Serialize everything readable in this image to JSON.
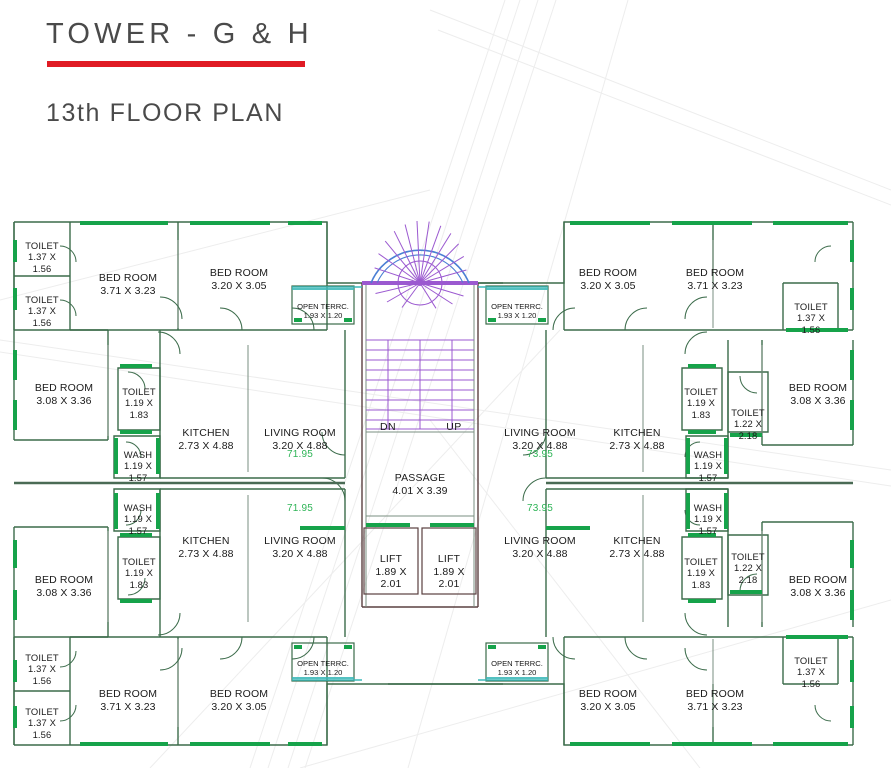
{
  "header": {
    "title": "TOWER - G & H",
    "subtitle": "13th FLOOR PLAN",
    "rule_color": "#e01b24",
    "title_color": "#4a4a4a"
  },
  "palette": {
    "wall_outline": "#3b6b4a",
    "wall_dark": "#5a4040",
    "window_green": "#16a34a",
    "window_teal": "#3bb8b8",
    "stair_purple": "#9b59d0",
    "spiral_blue": "#4a7fd4",
    "area_text": "#2fb457",
    "guide_line": "#ececec",
    "text": "#1a1a1a"
  },
  "plan": {
    "name": "13th Floor Plan",
    "core": {
      "stair_well": {
        "label_down": "DN",
        "label_up": "UP"
      },
      "passage": {
        "label": "PASSAGE",
        "dims": "4.01 X 3.39"
      },
      "lifts": [
        {
          "label": "LIFT",
          "dims": "1.89 X 2.01"
        },
        {
          "label": "LIFT",
          "dims": "1.89 X 2.01"
        }
      ],
      "spiral_stair": {
        "name": "spiral-staircase"
      }
    },
    "open_terraces": [
      {
        "label": "OPEN TERRC.",
        "dims": "1.93 X 1.20"
      },
      {
        "label": "OPEN TERRC.",
        "dims": "1.93 X 1.20"
      },
      {
        "label": "OPEN TERRC.",
        "dims": "1.93 X 1.20"
      },
      {
        "label": "OPEN TERRC.",
        "dims": "1.93 X 1.20"
      }
    ],
    "unit_areas": [
      {
        "value": "71.95",
        "unit_position": "top-left"
      },
      {
        "value": "71.95",
        "unit_position": "bottom-left"
      },
      {
        "value": "73.95",
        "unit_position": "top-right"
      },
      {
        "value": "73.95",
        "unit_position": "bottom-right"
      }
    ],
    "rooms": {
      "tl": {
        "toilet_a": {
          "label": "TOILET",
          "dims": "1.37 X\n1.56"
        },
        "toilet_b": {
          "label": "TOILET",
          "dims": "1.37 X\n1.56"
        },
        "bed_a": {
          "label": "BED ROOM",
          "dims": "3.71 X 3.23"
        },
        "bed_b": {
          "label": "BED ROOM",
          "dims": "3.20 X 3.05"
        },
        "bed_c": {
          "label": "BED ROOM",
          "dims": "3.08 X 3.36"
        },
        "toilet_c": {
          "label": "TOILET",
          "dims": "1.19 X\n1.83"
        },
        "wash": {
          "label": "WASH",
          "dims": "1.19 X\n1.57"
        },
        "kitchen": {
          "label": "KITCHEN",
          "dims": "2.73 X 4.88"
        },
        "living": {
          "label": "LIVING ROOM",
          "dims": "3.20 X 4.88"
        }
      },
      "bl": {
        "toilet_a": {
          "label": "TOILET",
          "dims": "1.37 X\n1.56"
        },
        "toilet_b": {
          "label": "TOILET",
          "dims": "1.37 X\n1.56"
        },
        "bed_a": {
          "label": "BED ROOM",
          "dims": "3.71 X 3.23"
        },
        "bed_b": {
          "label": "BED ROOM",
          "dims": "3.20 X 3.05"
        },
        "bed_c": {
          "label": "BED ROOM",
          "dims": "3.08 X 3.36"
        },
        "toilet_c": {
          "label": "TOILET",
          "dims": "1.19 X\n1.83"
        },
        "wash": {
          "label": "WASH",
          "dims": "1.19 X\n1.57"
        },
        "kitchen": {
          "label": "KITCHEN",
          "dims": "2.73 X 4.88"
        },
        "living": {
          "label": "LIVING ROOM",
          "dims": "3.20 X 4.88"
        }
      },
      "tr": {
        "toilet_a": {
          "label": "TOILET",
          "dims": "1.37 X\n1.56"
        },
        "bed_a": {
          "label": "BED ROOM",
          "dims": "3.71 X 3.23"
        },
        "bed_b": {
          "label": "BED ROOM",
          "dims": "3.20 X 3.05"
        },
        "bed_c": {
          "label": "BED ROOM",
          "dims": "3.08 X 3.36"
        },
        "toilet_c": {
          "label": "TOILET",
          "dims": "1.19 X\n1.83"
        },
        "toilet_d": {
          "label": "TOILET",
          "dims": "1.22 X\n2.18"
        },
        "wash": {
          "label": "WASH",
          "dims": "1.19 X\n1.57"
        },
        "kitchen": {
          "label": "KITCHEN",
          "dims": "2.73 X 4.88"
        },
        "living": {
          "label": "LIVING ROOM",
          "dims": "3.20 X 4.88"
        }
      },
      "br": {
        "toilet_a": {
          "label": "TOILET",
          "dims": "1.37 X\n1.56"
        },
        "bed_a": {
          "label": "BED ROOM",
          "dims": "3.71 X 3.23"
        },
        "bed_b": {
          "label": "BED ROOM",
          "dims": "3.20 X 3.05"
        },
        "bed_c": {
          "label": "BED ROOM",
          "dims": "3.08 X 3.36"
        },
        "toilet_c": {
          "label": "TOILET",
          "dims": "1.19 X\n1.83"
        },
        "toilet_d": {
          "label": "TOILET",
          "dims": "1.22 X\n2.18"
        },
        "wash": {
          "label": "WASH",
          "dims": "1.19 X\n1.57"
        },
        "kitchen": {
          "label": "KITCHEN",
          "dims": "2.73 X 4.88"
        },
        "living": {
          "label": "LIVING ROOM",
          "dims": "3.20 X 4.88"
        }
      }
    }
  }
}
